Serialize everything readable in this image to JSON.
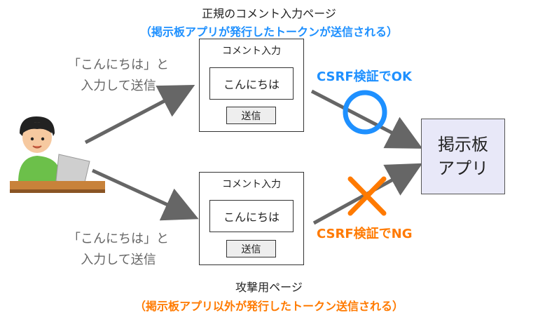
{
  "legit": {
    "title": "正規のコメント入力ページ",
    "note": "（掲示板アプリが発行したトークンが送信される）",
    "page_title": "コメント入力",
    "input_value": "こんにちは",
    "send_label": "送信",
    "result": "CSRF検証でOK"
  },
  "attack": {
    "title": "攻撃用ページ",
    "note": "（掲示板アプリ以外が発行したトークン送信される）",
    "page_title": "コメント入力",
    "input_value": "こんにちは",
    "send_label": "送信",
    "result": "CSRF検証でNG"
  },
  "user_actions": {
    "top_line1": "「こんにちは」と",
    "top_line2": "入力して送信",
    "bottom_line1": "「こんにちは」と",
    "bottom_line2": "入力して送信"
  },
  "app": {
    "line1": "掲示板",
    "line2": "アプリ"
  },
  "colors": {
    "blue": "#1e90ff",
    "orange": "#ff7a00",
    "arrow": "#666666",
    "app_bg": "#e8e8f8"
  },
  "icons": [
    "user-at-laptop-illustration",
    "ok-circle-icon",
    "ng-cross-icon"
  ]
}
